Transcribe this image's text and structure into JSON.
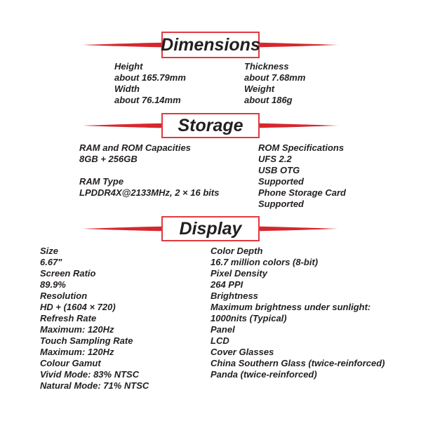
{
  "colors": {
    "ribbon_red": "#d6272e",
    "box_border_red": "#e03a40",
    "text_black": "#231f20",
    "background": "#ffffff"
  },
  "sections": [
    {
      "title": "Dimensions",
      "left": [
        "Height",
        "about 165.79mm",
        "Width",
        "about 76.14mm"
      ],
      "right": [
        "Thickness",
        "about 7.68mm",
        "Weight",
        "about 186g"
      ]
    },
    {
      "title": "Storage",
      "left": [
        "RAM and ROM Capacities",
        "8GB + 256GB",
        "",
        "RAM Type",
        "LPDDR4X@2133MHz, 2 × 16 bits"
      ],
      "right": [
        "ROM Specifications",
        "UFS 2.2",
        "USB OTG",
        "Supported",
        "Phone Storage Card",
        "Supported"
      ]
    },
    {
      "title": "Display",
      "left": [
        "Size",
        "6.67\"",
        "Screen Ratio",
        "89.9%",
        "Resolution",
        "HD + (1604 × 720)",
        "Refresh Rate",
        "Maximum: 120Hz",
        "Touch Sampling Rate",
        "Maximum: 120Hz",
        "Colour Gamut",
        "Vivid Mode: 83% NTSC",
        "Natural Mode: 71% NTSC"
      ],
      "right": [
        "Color Depth",
        "16.7 million colors (8-bit)",
        "Pixel Density",
        "264 PPI",
        "Brightness",
        "Maximum brightness under sunlight:",
        "1000nits (Typical)",
        "Panel",
        "LCD",
        "Cover Glasses",
        "China Southern Glass (twice-reinforced)",
        "Panda (twice-reinforced)"
      ]
    }
  ]
}
